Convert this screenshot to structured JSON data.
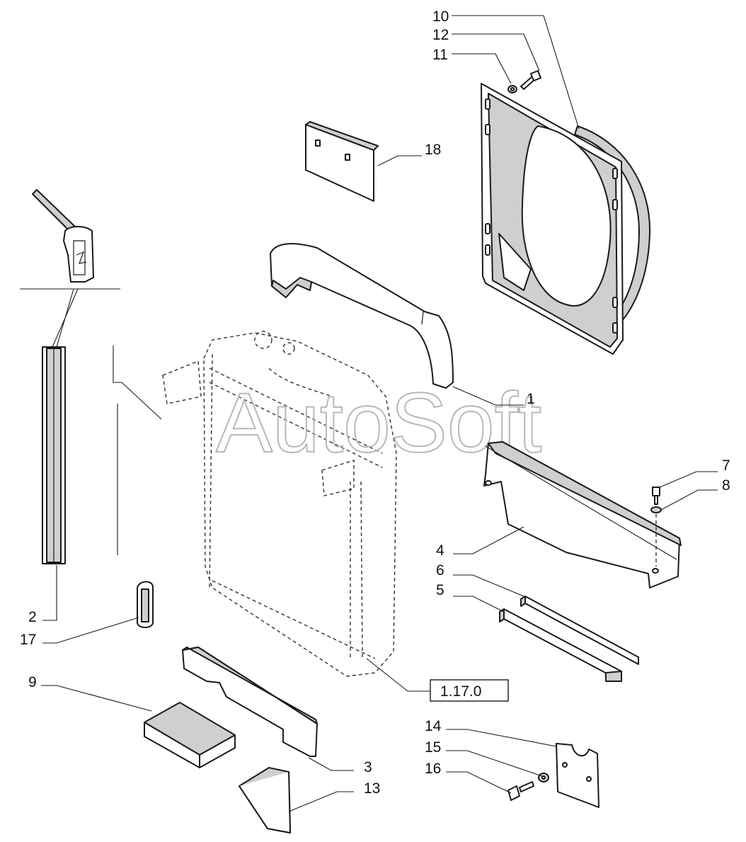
{
  "watermark": "AutoSoft",
  "reference_box": "1.17.0",
  "callouts": {
    "c10": "10",
    "c12": "12",
    "c11": "11",
    "c18": "18",
    "c1": "1",
    "c7": "7",
    "c8": "8",
    "c4": "4",
    "c6": "6",
    "c5": "5",
    "c2": "2",
    "c17": "17",
    "c9": "9",
    "c3": "3",
    "c13": "13",
    "c14": "14",
    "c15": "15",
    "c16": "16"
  },
  "colors": {
    "line": "#1a1a1a",
    "shade": "#cfcfcf",
    "watermark": "#b8b8b8"
  }
}
